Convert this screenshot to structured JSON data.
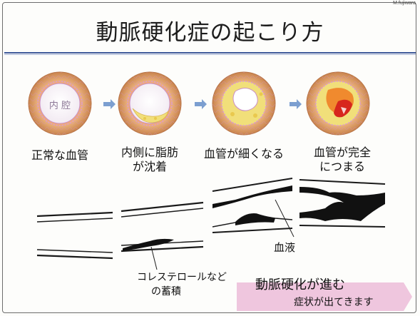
{
  "slide": {
    "author": "M.fujiwara",
    "title": "動脈硬化症の起こり方"
  },
  "stages": [
    {
      "label": "正常な血管",
      "inner_text": "内 腔"
    },
    {
      "label": "内側に脂肪\nが沈着"
    },
    {
      "label": "血管が細くなる"
    },
    {
      "label": "血管が完全\nにつまる"
    }
  ],
  "annotations": {
    "blood": "血液",
    "cholesterol_line1": "コレステロールなど",
    "cholesterol_line2": "の蓄積"
  },
  "banner": {
    "line1": "動脈硬化が進む",
    "line2": "症状が出てきます"
  },
  "colors": {
    "title_rule": "#3f5a9a",
    "arrow": "#7c9fd0",
    "vessel_wall": "#e8b47e",
    "plaque": "#f1df7a",
    "clot": "#d7261d",
    "banner": "#efc6de"
  }
}
